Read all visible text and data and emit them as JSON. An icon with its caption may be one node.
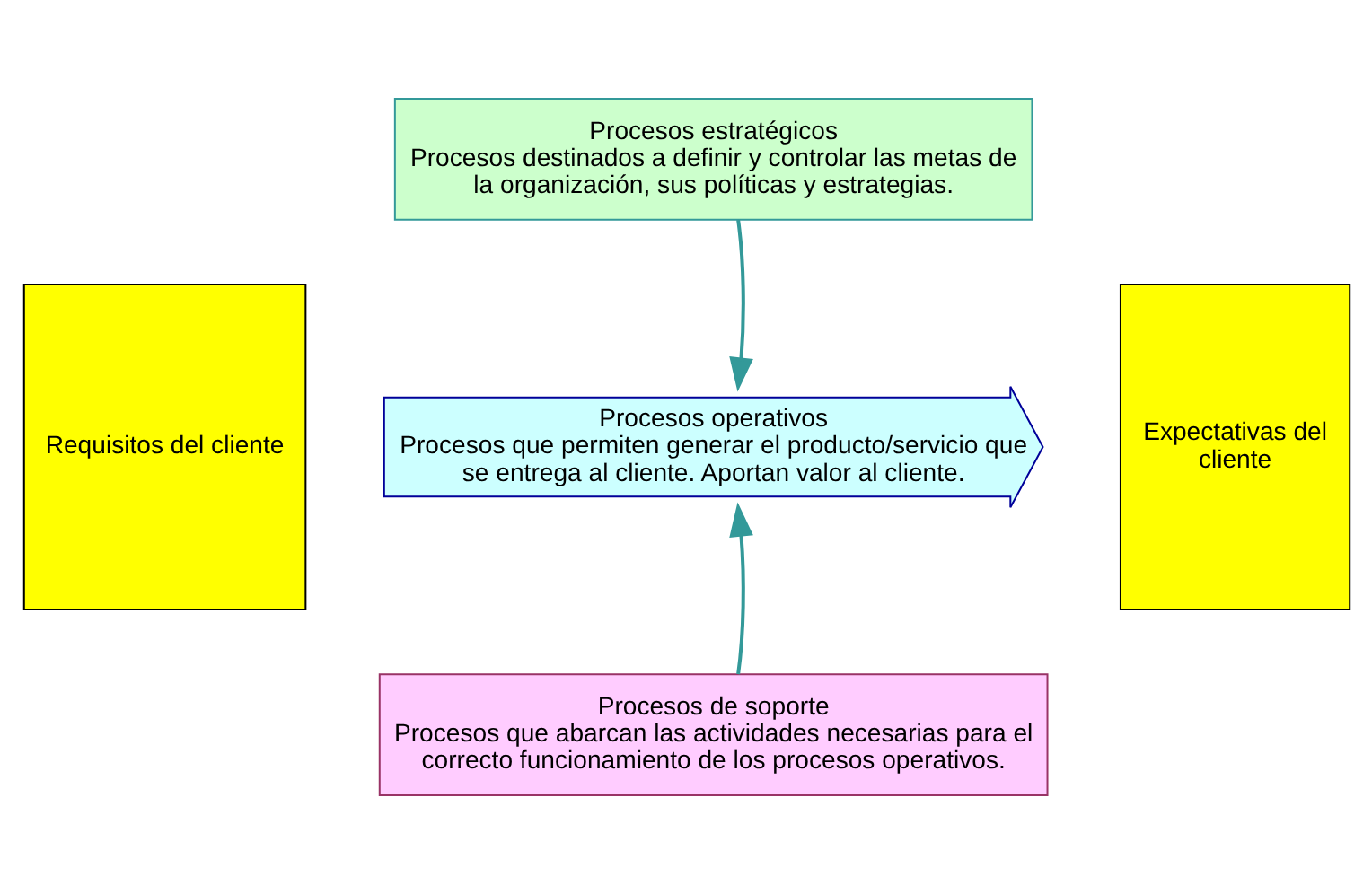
{
  "diagram": {
    "nodes": [
      {
        "text": [
          "Requisitos del cliente"
        ]
      },
      {
        "text": [
          "Procesos estratégicos",
          "Procesos destinados a definir y controlar las metas de la organización, sus políticas y estrategias."
        ]
      },
      {
        "text": [
          "Procesos operativos",
          "Procesos que permiten generar el producto/servicio que se entrega al cliente. Aportan valor al cliente."
        ]
      },
      {
        "text": [
          "Procesos de soporte",
          "Procesos que abarcan las actividades necesarias para el correcto funcionamiento de los procesos operativos."
        ]
      },
      {
        "text": [
          "Expectativas del cliente"
        ]
      }
    ],
    "edges": [
      {
        "from": 1,
        "to": 2,
        "arrow": "to"
      },
      {
        "from": 3,
        "to": 2,
        "arrow": "to"
      }
    ]
  }
}
